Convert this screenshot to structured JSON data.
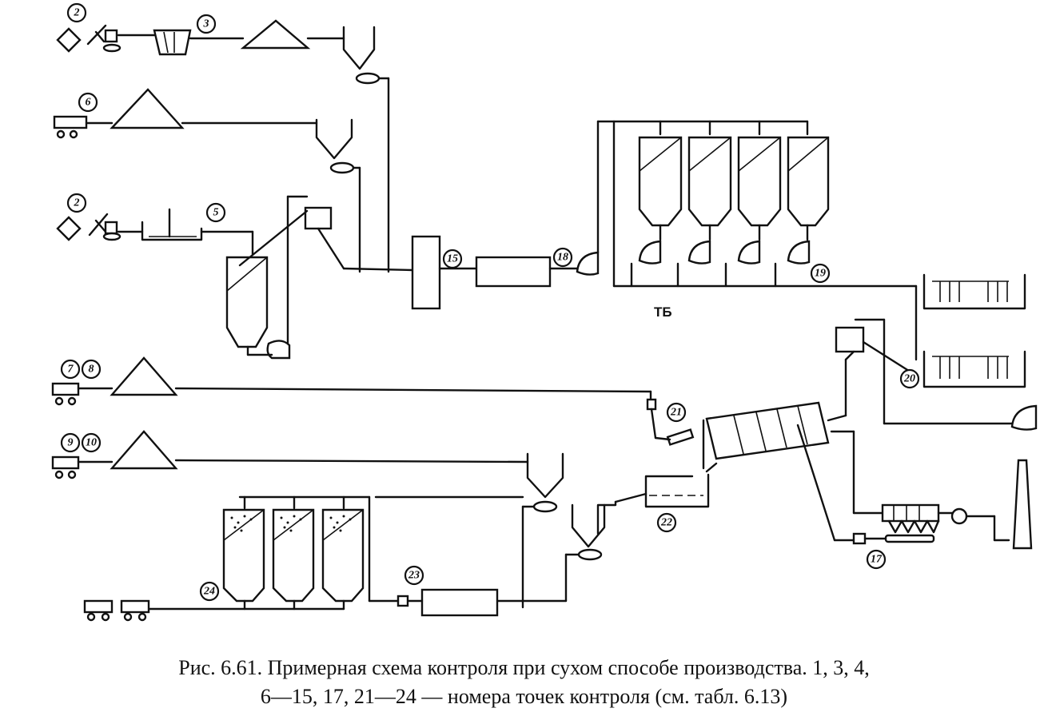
{
  "figure": {
    "caption_line1": "Рис. 6.61. Примерная схема контроля при сухом способе производства. 1, 3, 4,",
    "caption_line2": "6—15, 17, 21—24 — номера точек контроля (см. табл. 6.13)"
  },
  "diagram": {
    "label_tb": "ТБ",
    "control_points": [
      "2",
      "3",
      "6",
      "2",
      "5",
      "7",
      "8",
      "9",
      "10",
      "15",
      "18",
      "19",
      "20",
      "21",
      "22",
      "24",
      "23",
      "17"
    ]
  }
}
